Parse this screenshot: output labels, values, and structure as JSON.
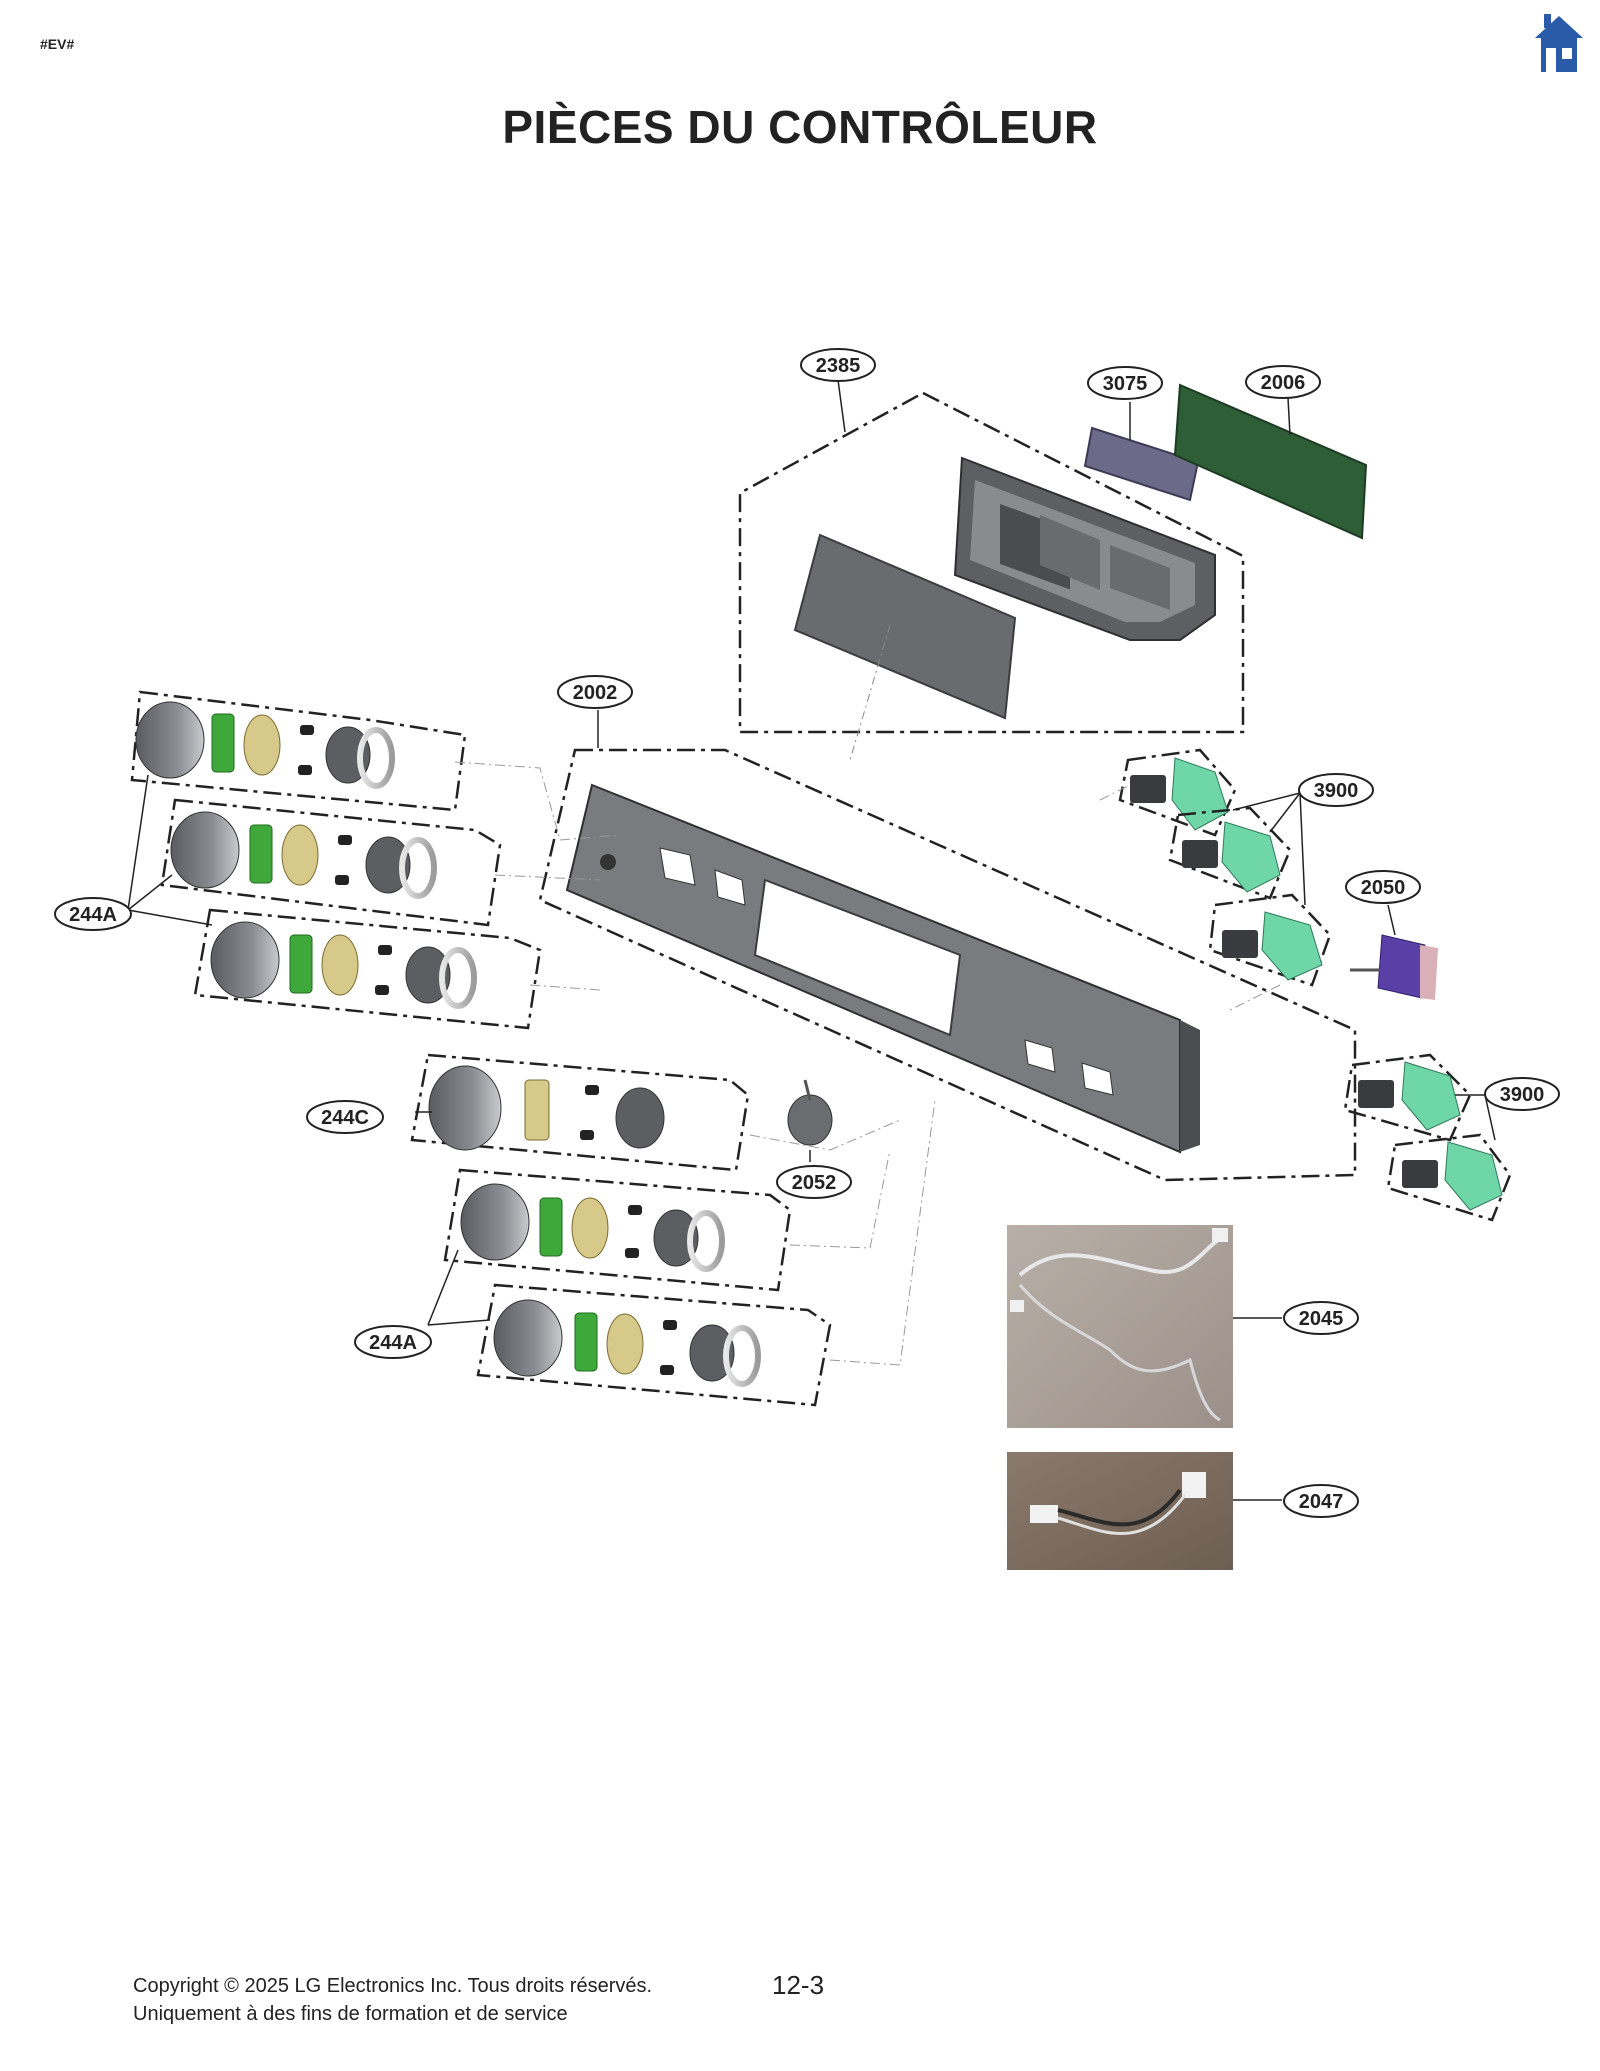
{
  "header": {
    "tag": "#EV#",
    "home_icon": "home-icon",
    "title": "PIÈCES DU CONTRÔLEUR"
  },
  "callouts": [
    {
      "id": "c2385",
      "label": "2385"
    },
    {
      "id": "c3075",
      "label": "3075"
    },
    {
      "id": "c2006",
      "label": "2006"
    },
    {
      "id": "c2002",
      "label": "2002"
    },
    {
      "id": "c3900a",
      "label": "3900"
    },
    {
      "id": "c2050",
      "label": "2050"
    },
    {
      "id": "c244Aa",
      "label": "244A"
    },
    {
      "id": "c3900b",
      "label": "3900"
    },
    {
      "id": "c244C",
      "label": "244C"
    },
    {
      "id": "c2052",
      "label": "2052"
    },
    {
      "id": "c2045",
      "label": "2045"
    },
    {
      "id": "c244Ab",
      "label": "244A"
    },
    {
      "id": "c2047",
      "label": "2047"
    }
  ],
  "colors": {
    "knob": "#6b6d73",
    "green_part": "#3ea83a",
    "beige_part": "#d6c98a",
    "mint_switch": "#6fd6a8",
    "pcb": "#2e5e35",
    "frame": "#6d6e72",
    "purple_part": "#5a3fa6",
    "photo_bg": "#a8a09a",
    "home_icon": "#2a5ba8"
  },
  "footer": {
    "copyright": "Copyright © 2025 LG Electronics Inc. Tous droits réservés.",
    "purpose": "Uniquement à des fins de formation et de service",
    "page": "12-3"
  }
}
